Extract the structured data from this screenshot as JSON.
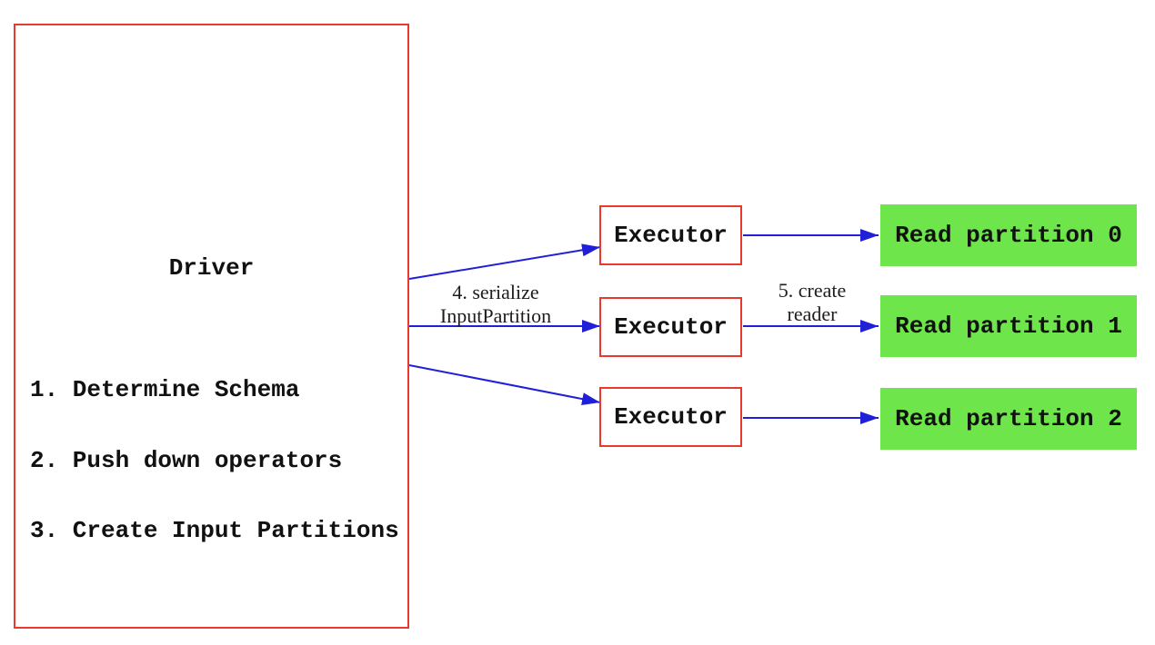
{
  "diagram": {
    "driver": {
      "title": "Driver",
      "steps": [
        "1. Determine Schema",
        "2. Push down operators",
        "3. Create Input Partitions"
      ]
    },
    "executors": [
      {
        "label": "Executor"
      },
      {
        "label": "Executor"
      },
      {
        "label": "Executor"
      }
    ],
    "read_partitions": [
      {
        "label": "Read partition 0"
      },
      {
        "label": "Read partition 1"
      },
      {
        "label": "Read partition 2"
      }
    ],
    "edge_labels": {
      "serialize_line1": "4. serialize",
      "serialize_line2": "InputPartition",
      "create_reader_line1": "5. create",
      "create_reader_line2": "reader"
    },
    "colors": {
      "box_border_red": "#e8392d",
      "arrow_blue": "#2020d8",
      "partition_green": "#6ee64b",
      "text_black": "#111111",
      "background": "#ffffff"
    }
  }
}
